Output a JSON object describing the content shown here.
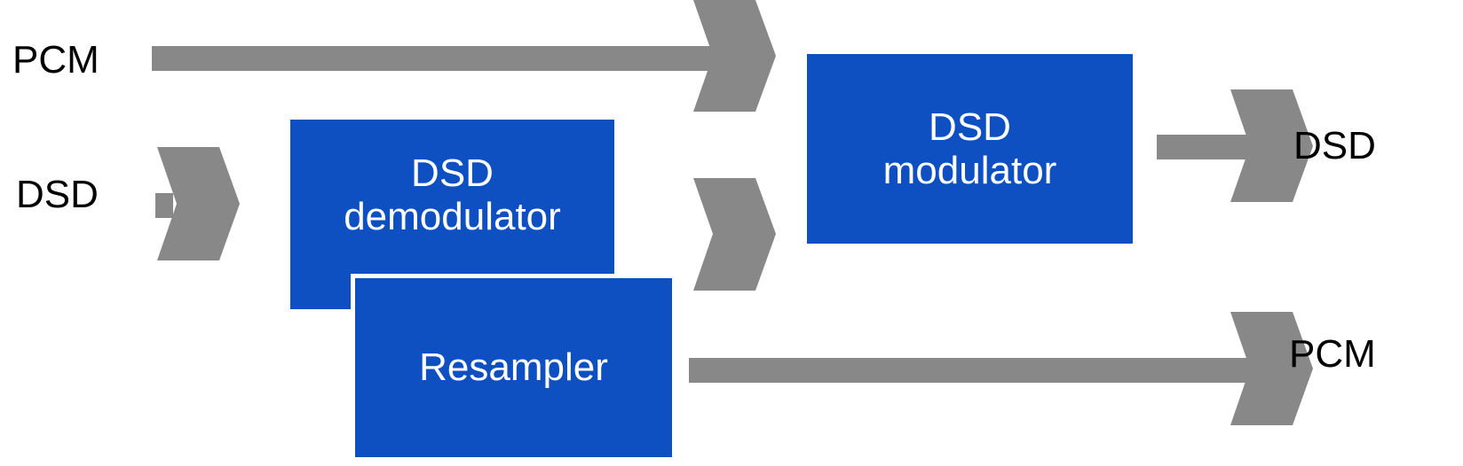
{
  "colors": {
    "block_fill": "#0e4fc2",
    "arrow_fill": "#888888",
    "label_text": "#000000",
    "block_text": "#ffffff"
  },
  "labels": {
    "pcm_input": "PCM",
    "dsd_input": "DSD",
    "dsd_output": "DSD",
    "pcm_output": "PCM"
  },
  "blocks": {
    "demodulator": {
      "line1": "DSD",
      "line2": "demodulator"
    },
    "resampler": {
      "line1": "Resampler"
    },
    "modulator": {
      "line1": "DSD",
      "line2": "modulator"
    }
  }
}
